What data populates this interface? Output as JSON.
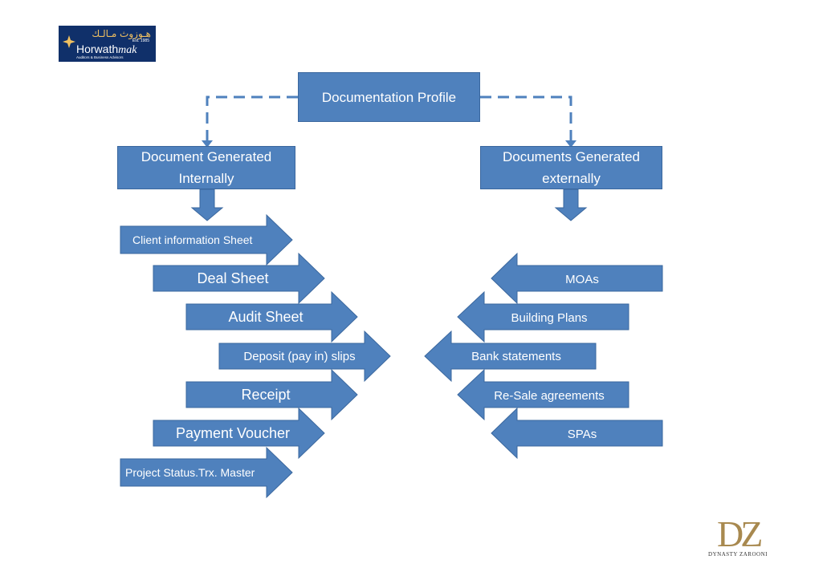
{
  "logos": {
    "left_arabic": "هـوزوث مـالـك",
    "left_est": "Est. 1985",
    "left_name": "Horwath",
    "left_name_suffix": "mak",
    "left_sub": "Auditors & Business Advisors",
    "right_mark": "DZ",
    "right_word": "DYNASTY ZAROONI"
  },
  "colors": {
    "box_fill": "#4f81bd",
    "box_border": "#3a679e",
    "connector": "#4f81bd",
    "text": "#ffffff"
  },
  "diagram": {
    "root": "Documentation Profile",
    "internal": {
      "title_line1": "Document  Generated",
      "title_line2": "Internally",
      "items": [
        "Client information Sheet",
        "Deal Sheet",
        "Audit Sheet",
        "Deposit  (pay in) slips",
        "Receipt",
        "Payment Voucher",
        "Project Status.Trx. Master"
      ]
    },
    "external": {
      "title_line1": "Documents Generated",
      "title_line2": "externally",
      "items": [
        "MOAs",
        "Building Plans",
        "Bank statements",
        "Re-Sale agreements",
        "SPAs"
      ]
    }
  }
}
